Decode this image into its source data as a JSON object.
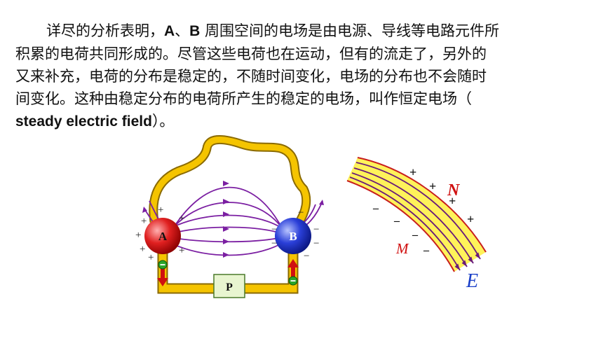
{
  "paragraph": {
    "l1a": "详尽的分析表明，",
    "l1b": "A",
    "l1c": "、",
    "l1d": "B",
    "l1e": " 周围空间的电场是由电源、导线等电路元件所",
    "l2": "积累的电荷共同形成的。尽管这些电荷也在运动，但有的流走了，另外的",
    "l3": "又来补充，电荷的分布是稳定的，不随时间变化，电场的分布也不会随时",
    "l4": "间变化。这种由稳定分布的电荷所产生的稳定的电场，叫作恒定电场（",
    "l5a": "steady electric field",
    "l5b": "）。"
  },
  "circuit": {
    "sphere_a": "A",
    "sphere_b": "B",
    "box_p": "P",
    "plus": "+",
    "minus": "−",
    "colors": {
      "wire": "#f5c400",
      "wire_edge": "#8a6a00",
      "field_line": "#7b1fa2",
      "sphere_a": "#e02020",
      "sphere_b": "#2a3fd8",
      "arrow": "#d01010",
      "badge": "#2aa52a"
    }
  },
  "field": {
    "label_n": "N",
    "label_m": "M",
    "label_e": "E",
    "plus": "+",
    "minus": "–",
    "colors": {
      "band": "#fff25a",
      "band_edge": "#c81e1e",
      "line": "#6a1b7a",
      "label_nm": "#d01010",
      "label_e": "#1a3fc8"
    }
  }
}
